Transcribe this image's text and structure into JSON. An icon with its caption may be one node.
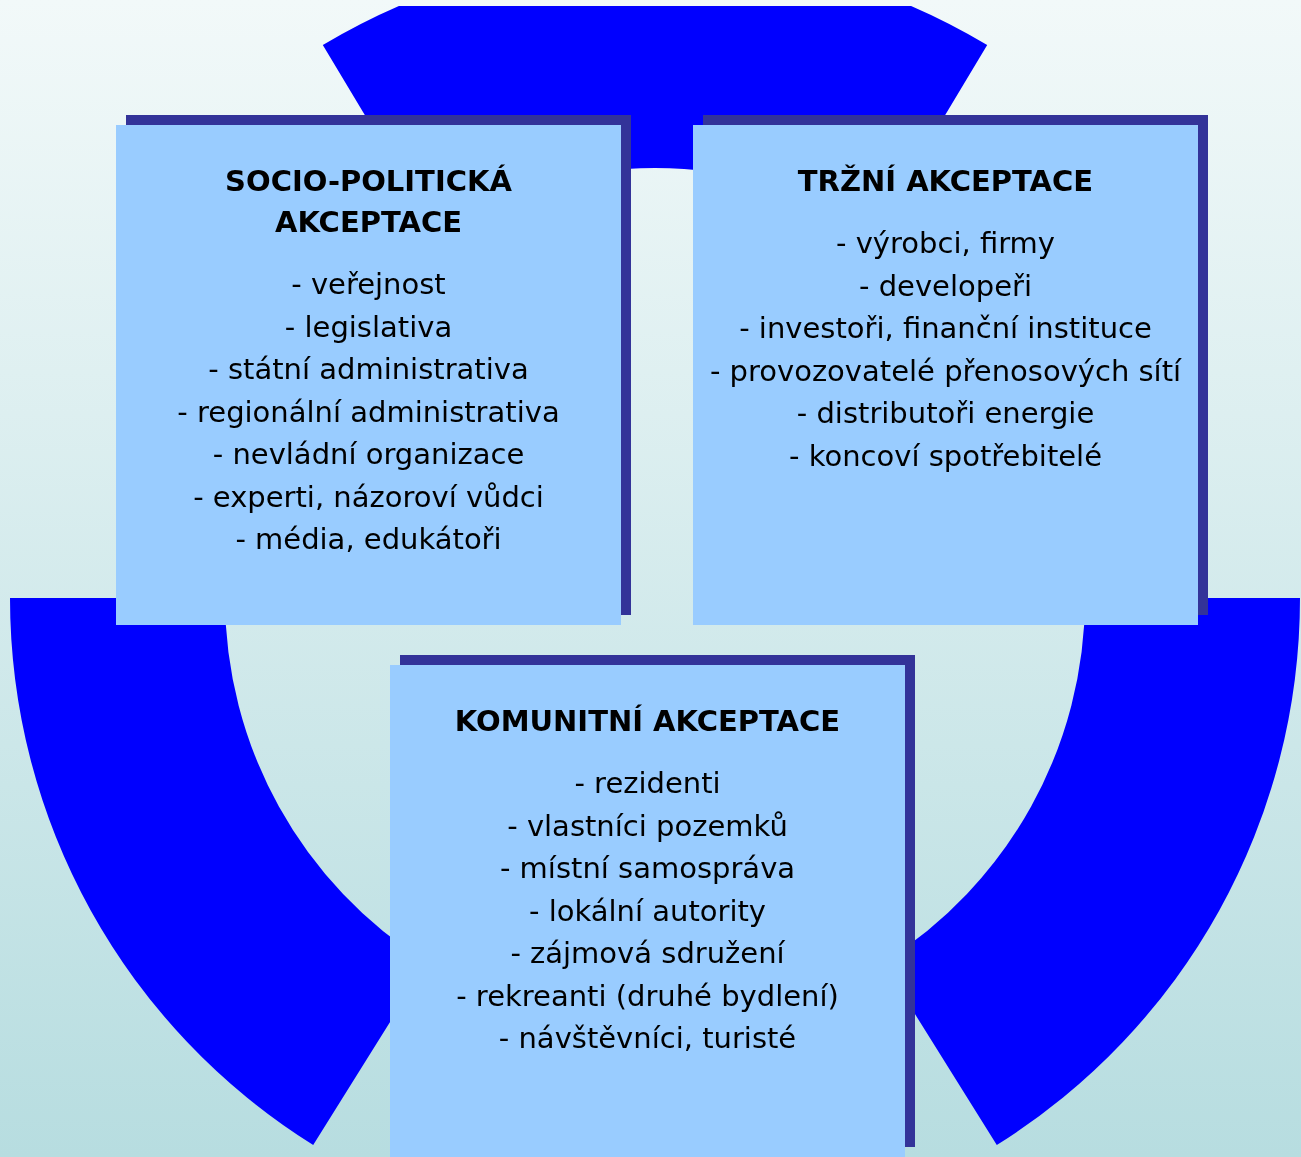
{
  "diagram": {
    "nodes": [
      {
        "text": [
          "SOCIO-POLITICKÁ AKCEPTACE",
          "- veřejnost",
          "- legislativa",
          "- státní administrativa",
          "- regionální administrativa",
          "- nevládní organizace",
          "- experti, názoroví vůdci",
          "- média, edukátoři"
        ]
      },
      {
        "text": [
          "TRŽNÍ AKCEPTACE",
          "- výrobci, firmy",
          "- developeři",
          "- investoři, finanční instituce",
          "- provozovatelé přenosových sítí",
          "- distributoři energie",
          "- koncoví spotřebitelé"
        ]
      },
      {
        "text": [
          "KOMUNITNÍ AKCEPTACE",
          "- rezidenti",
          "- vlastníci pozemků",
          "- místní samospráva",
          "- lokální autority",
          "- zájmová sdružení",
          "- rekreanti (druhé bydlení)",
          "- návštěvníci, turisté"
        ]
      }
    ]
  }
}
